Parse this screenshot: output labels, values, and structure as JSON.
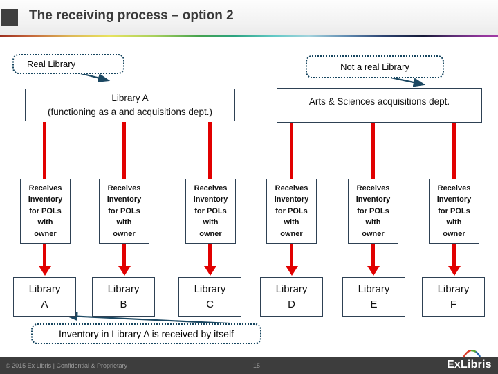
{
  "slide": {
    "title": "The receiving process – option 2",
    "footer_text": "© 2015 Ex Libris | Confidential & Proprietary",
    "page_number": "15",
    "logo_text": "ExLibris"
  },
  "callouts": {
    "real_library": "Real Library",
    "not_real_library": "Not a real Library",
    "bottom_note": "Inventory in Library A is received by itself"
  },
  "header_boxes": {
    "library_a_line1": "Library A",
    "library_a_line2": "(functioning as a and acquisitions dept.)",
    "arts": "Arts & Sciences acquisitions dept."
  },
  "process": {
    "receive_label": "Receives\ninventory\nfor POLs\nwith\nowner",
    "library_word": "Library",
    "libraries": [
      "A",
      "B",
      "C",
      "D",
      "E",
      "F"
    ]
  },
  "colors": {
    "arrow_red": "#e10000",
    "box_border": "#2e4154",
    "callout_border": "#16455f",
    "leader_stroke": "#1c4862",
    "footer_bg": "#3d3d3d",
    "footer_text_color": "#9b9b9b",
    "title_color": "#3a3a3a"
  }
}
